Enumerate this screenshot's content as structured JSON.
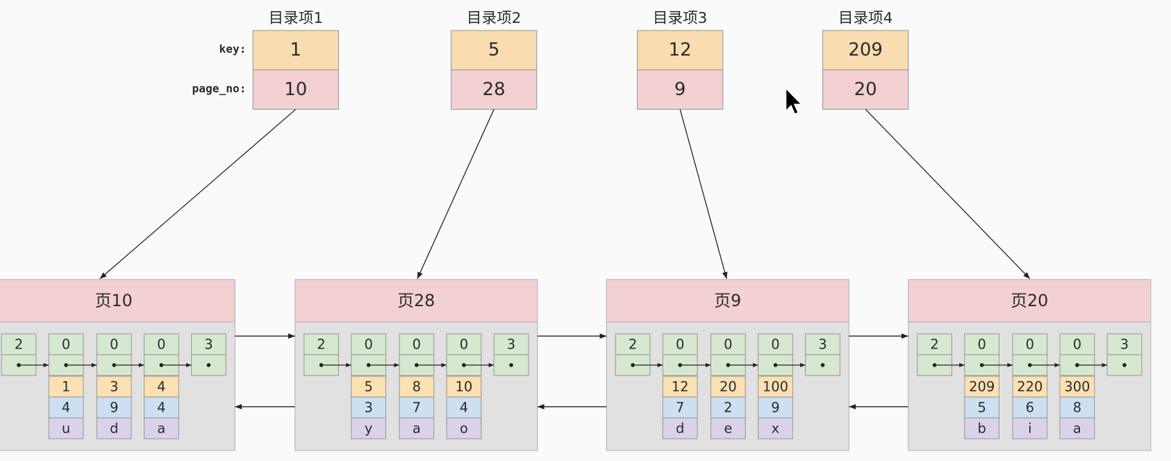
{
  "directory": {
    "labels": {
      "key": "key:",
      "page_no": "page_no:"
    },
    "entries": [
      {
        "title": "目录项1",
        "key": "1",
        "page_no": "10"
      },
      {
        "title": "目录项2",
        "key": "5",
        "page_no": "28"
      },
      {
        "title": "目录项3",
        "key": "12",
        "page_no": "9"
      },
      {
        "title": "目录项4",
        "key": "209",
        "page_no": "20"
      }
    ]
  },
  "pages": [
    {
      "title": "页10",
      "columns": [
        {
          "top": "2"
        },
        {
          "top": "0",
          "cells": [
            "1",
            "4",
            "u"
          ]
        },
        {
          "top": "0",
          "cells": [
            "3",
            "9",
            "d"
          ]
        },
        {
          "top": "0",
          "cells": [
            "4",
            "4",
            "a"
          ]
        },
        {
          "top": "3"
        }
      ]
    },
    {
      "title": "页28",
      "columns": [
        {
          "top": "2"
        },
        {
          "top": "0",
          "cells": [
            "5",
            "3",
            "y"
          ]
        },
        {
          "top": "0",
          "cells": [
            "8",
            "7",
            "a"
          ]
        },
        {
          "top": "0",
          "cells": [
            "10",
            "4",
            "o"
          ]
        },
        {
          "top": "3"
        }
      ]
    },
    {
      "title": "页9",
      "columns": [
        {
          "top": "2"
        },
        {
          "top": "0",
          "cells": [
            "12",
            "7",
            "d"
          ]
        },
        {
          "top": "0",
          "cells": [
            "20",
            "2",
            "e"
          ]
        },
        {
          "top": "0",
          "cells": [
            "100",
            "9",
            "x"
          ]
        },
        {
          "top": "3"
        }
      ]
    },
    {
      "title": "页20",
      "columns": [
        {
          "top": "2"
        },
        {
          "top": "0",
          "cells": [
            "209",
            "5",
            "b"
          ]
        },
        {
          "top": "0",
          "cells": [
            "220",
            "6",
            "i"
          ]
        },
        {
          "top": "0",
          "cells": [
            "300",
            "8",
            "a"
          ]
        },
        {
          "top": "3"
        }
      ]
    }
  ],
  "colors": {
    "background": "#fafafa",
    "key_cell": "#f9dcb0",
    "page_no_cell": "#f3d0d2",
    "page_header": "#f3d0d2",
    "page_body": "#e1e1e1",
    "page_border": "#b4b4b4",
    "cell_border": "#9a9a9a",
    "record_header": "#d6e8d0",
    "field1": "#fbe0b2",
    "field2": "#cde0f2",
    "field3": "#dcd1ea",
    "line": "#222222"
  },
  "icons": {
    "cursor": "mouse-cursor-icon"
  }
}
